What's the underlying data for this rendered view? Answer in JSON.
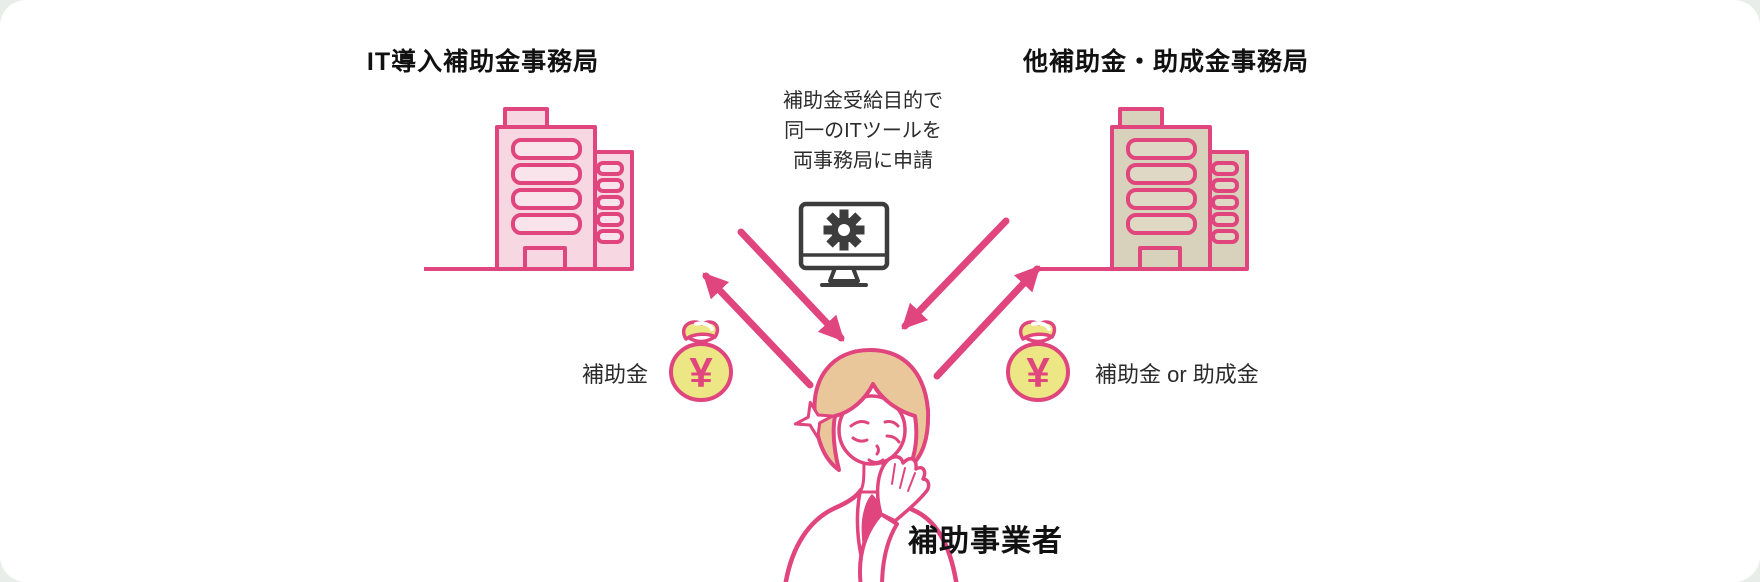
{
  "diagram": {
    "left_office": {
      "title": "IT導入補助金事務局",
      "payout_label": "補助金"
    },
    "right_office": {
      "title": "他補助金・助成金事務局",
      "payout_label": "補助金 or 助成金"
    },
    "center_note": {
      "line1": "補助金受給目的で",
      "line2": "同一のITツールを",
      "line3": "両事務局に申請"
    },
    "applicant": {
      "label": "補助事業者"
    },
    "money_bag": {
      "currency_symbol": "¥"
    },
    "colors": {
      "pink_outline": "#e0457e",
      "pink_building_fill": "#f7d8e2",
      "pink_window_fill": "#f9e4eb",
      "beige_building_fill": "#d8d1bb",
      "beige_window_fill": "#ded8c5",
      "monitor_gray": "#3d3d3d",
      "bag_yellow": "#ece784",
      "hair_tan": "#eac79b",
      "text_black": "#1a1a1a",
      "card_background": "#ffffff"
    }
  }
}
